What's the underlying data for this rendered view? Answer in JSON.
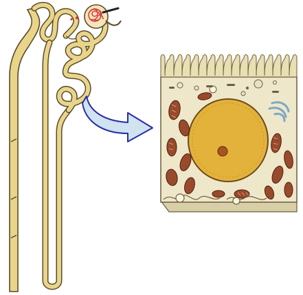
{
  "figure": {
    "subject": "nephron-with-tubule-cell-cross-section",
    "has_text_labels": false
  },
  "nephron": {
    "tubule_color": "#e9d58a",
    "outline_color": "#5a4a2a",
    "glomerulus_color": "#d8323c",
    "parts": [
      "glomerulus",
      "proximal-convoluted-tubule",
      "loop-of-henle",
      "distal-convoluted-tubule",
      "collecting-duct"
    ]
  },
  "arrow": {
    "fill_color": "#cfe3f0",
    "outline_color": "#2a2aa8"
  },
  "cell": {
    "cytoplasm_color": "#efe7c9",
    "nucleus_color": "#e3b23a",
    "nucleolus_color": "#a5551e",
    "mitochondria_color": "#9a4a2c",
    "brush_border_color": "#e8dfb2",
    "organelles": [
      "brush-border-microvilli",
      "nucleus",
      "nucleolus",
      "mitochondria",
      "vesicles",
      "golgi-apparatus",
      "basement-membrane"
    ]
  }
}
